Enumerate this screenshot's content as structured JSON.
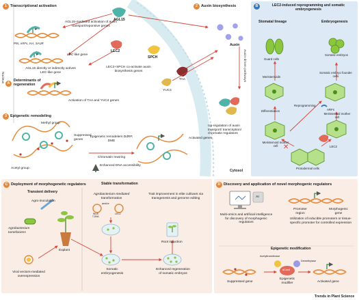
{
  "panel_a": {
    "s1_title": "Transcriptional activation",
    "s1_genes": "PIN, ARFs, IAA, SAUR",
    "agl15_label": "AGL15",
    "agl15_desc": "AGL15-mediated activation of auxin transport/reponsive genes",
    "lec_like": "LEC-like gene",
    "agl15_lec": "AGL15 directly or indirectly actives LEC-like gene",
    "nucleus": "Nucleus",
    "lec2": "LEC2",
    "spch": "SPCH",
    "coact": "LEC2+SPCH co-activate auxin biosynthesis genes",
    "taa": "TAA",
    "yuc4": "YUC4",
    "determinants": "Determinants of regeneration",
    "activation": "Activation of TAA and YUC4 genes",
    "s2_title": "Auxin biosynthesis",
    "auxin": "Auxin",
    "pathways": "Auxin-driven pathways",
    "s3_title": "Epigenetic remodeling",
    "methyl": "Methyl group",
    "suppressed": "Suppressed genes",
    "acetyl": "Acetyl group",
    "remodelers": "Epigenetic remodelers DdRP, DME",
    "rewiring": "Chromatin rewiring",
    "dna_access": "Enhanced DNA accessibility",
    "activated": "Activated genes",
    "upreg": "Up-regulation of auxin transport/ transcription/ chromatin regulators",
    "cytosol": "Cytosol"
  },
  "panel_b": {
    "title": "LEC2-induced reprogramming and somatic embryogenesis",
    "stomatal": "Stomatal lineage",
    "embryo": "Embryogenesis",
    "guard": "Guard cells",
    "somatic_embryos": "Somatic embryos",
    "founder": "Somatic embryo founder cells",
    "meristemoids": "Meristemoids",
    "differentiation": "Differentiation",
    "reprogramming": "Reprogramming",
    "arfs": "ARFs",
    "mmc_left": "Meristemoid mother cell",
    "mmc_right": "Meristemoid mother cell",
    "protodermal": "Protodermal cells",
    "lec2": "LEC2"
  },
  "panel_c": {
    "title": "Deployment of morphogenetic regulators",
    "transient": "Transient delivery",
    "stable": "Stable transformation",
    "agro_inoc": "Agro-inoculation",
    "agro_name": "Agrobacterium tumefaciens",
    "agro_mediated_1": "Agrobacterium-mediated",
    "agro_mediated_2": "transformation",
    "andor": "and/or",
    "wus": "WUS",
    "lec2": "LEC2",
    "tdna": "T-DNA",
    "trait": "Trait improvement in elite cultivars via transgenesis and genome editing",
    "explant": "Explant",
    "root_ind": "Root induction",
    "viral": "Viral vectors-mediated overexpression",
    "somatic": "Somatic embryogenesis",
    "enhanced": "Enhanced regeneration of somatic embryos"
  },
  "panel_d": {
    "title": "Discovery and application of novel morphogenic regulators",
    "multi": "Multi-omics and artificial intelligence for discovery of morphogenic regulators",
    "ai": "AI",
    "promoter_region": "Promoter region",
    "morph_gene": "Morphogenic gene",
    "util": "Utilization of inducible promoters or tissue-specific promoter for controlled expression",
    "epi_title": "Epigenetic modification",
    "acetyltransferase": "Acetyltransferase",
    "demethylase": "Demethylase",
    "dcas9": "dCas9",
    "suppressed": "Suppressed gene",
    "modifier": "Epigenetic modifier",
    "activated": "Activated gene"
  },
  "badges": {
    "a1": "1",
    "a2": "2",
    "aA": "A",
    "a3": "3",
    "b": "B",
    "c": "C",
    "d": "D"
  },
  "footer": "Trends in Plant Science",
  "colors": {
    "panel_a_bg": "#ffffff",
    "panel_b_bg": "#dde9f5",
    "panel_c_bg": "#f9ede6",
    "panel_d_bg": "#f9ede6",
    "cell_wall": "#d3e9ee",
    "orange": "#e3883a",
    "blue": "#3a78b8",
    "teal_protein": "#4fb3a9",
    "lec2_red": "#e26a5a",
    "spch_yellow": "#f1c33f",
    "auxin_purple": "#9a9ae6",
    "dna_orange": "#e58b3b",
    "green_cell": "#8cc63f"
  }
}
